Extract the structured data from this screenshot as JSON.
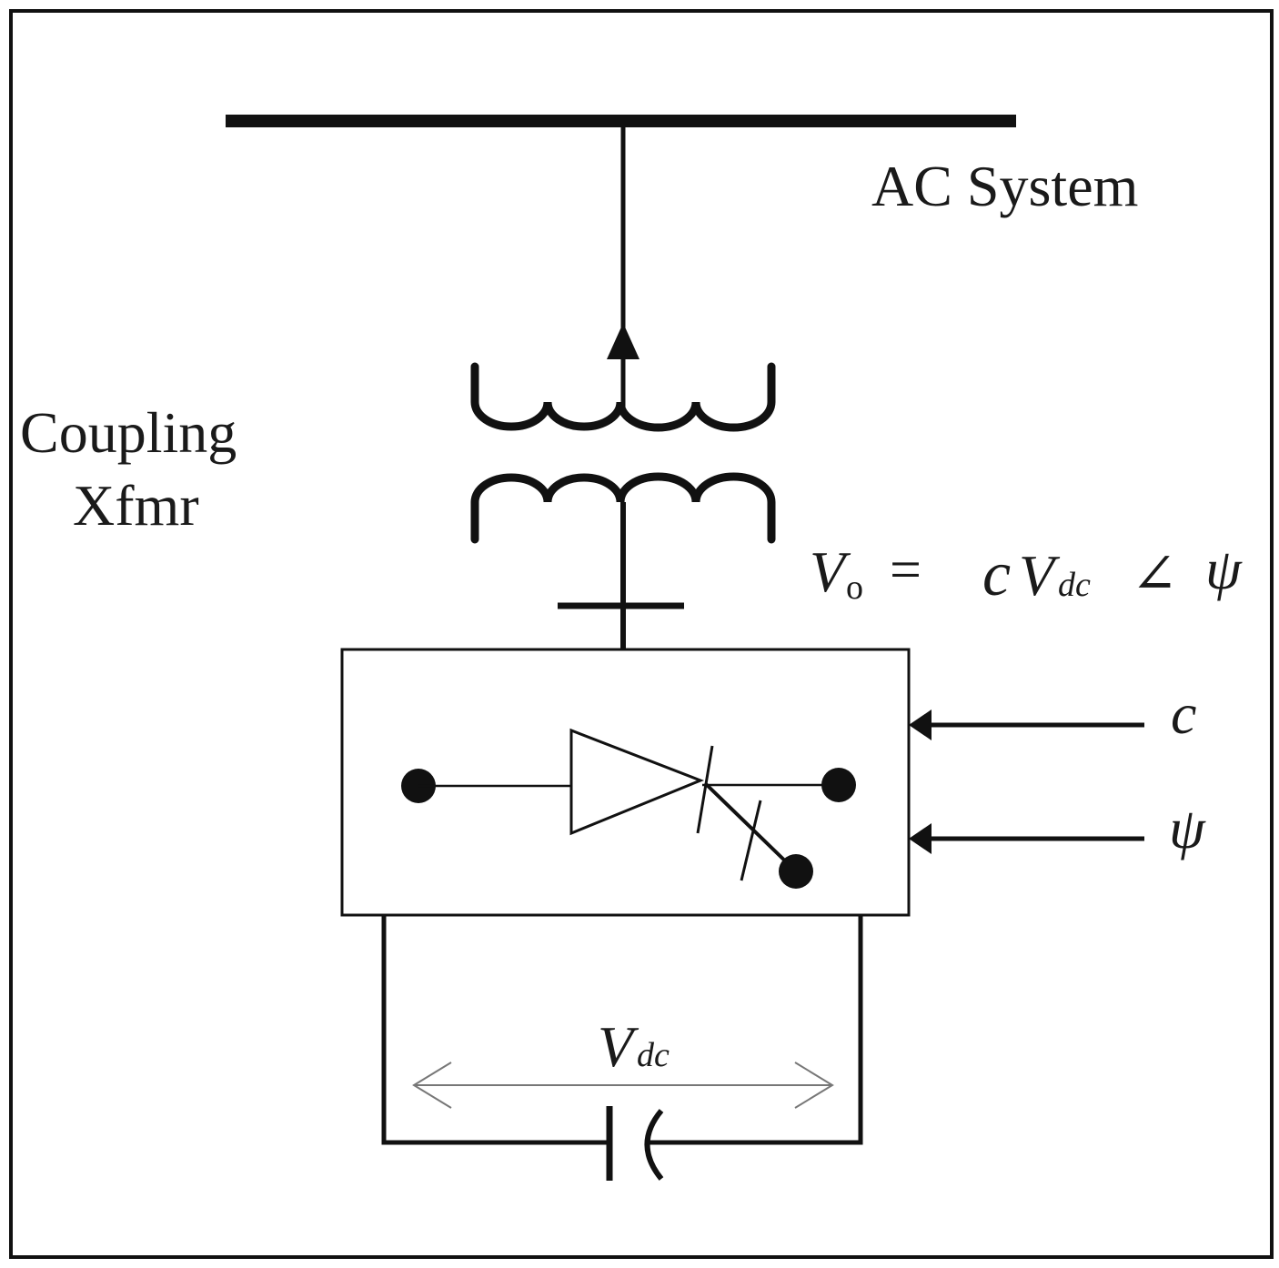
{
  "labels": {
    "ac_system": "AC System",
    "coupling_line1": "Coupling",
    "coupling_line2": "Xfmr"
  },
  "equation": {
    "lhs_symbol": "V",
    "lhs_subscript": "o",
    "equals": "=",
    "coefficient": "c",
    "rhs_symbol": "V",
    "rhs_subscript": "dc",
    "angle": "∠",
    "phase": "ψ"
  },
  "inputs": {
    "c": "c",
    "psi": "ψ"
  },
  "dc_voltage": {
    "symbol": "V",
    "subscript": "dc"
  },
  "colors": {
    "line": "#111111",
    "arrow_gray": "#777777",
    "background": "#ffffff"
  }
}
